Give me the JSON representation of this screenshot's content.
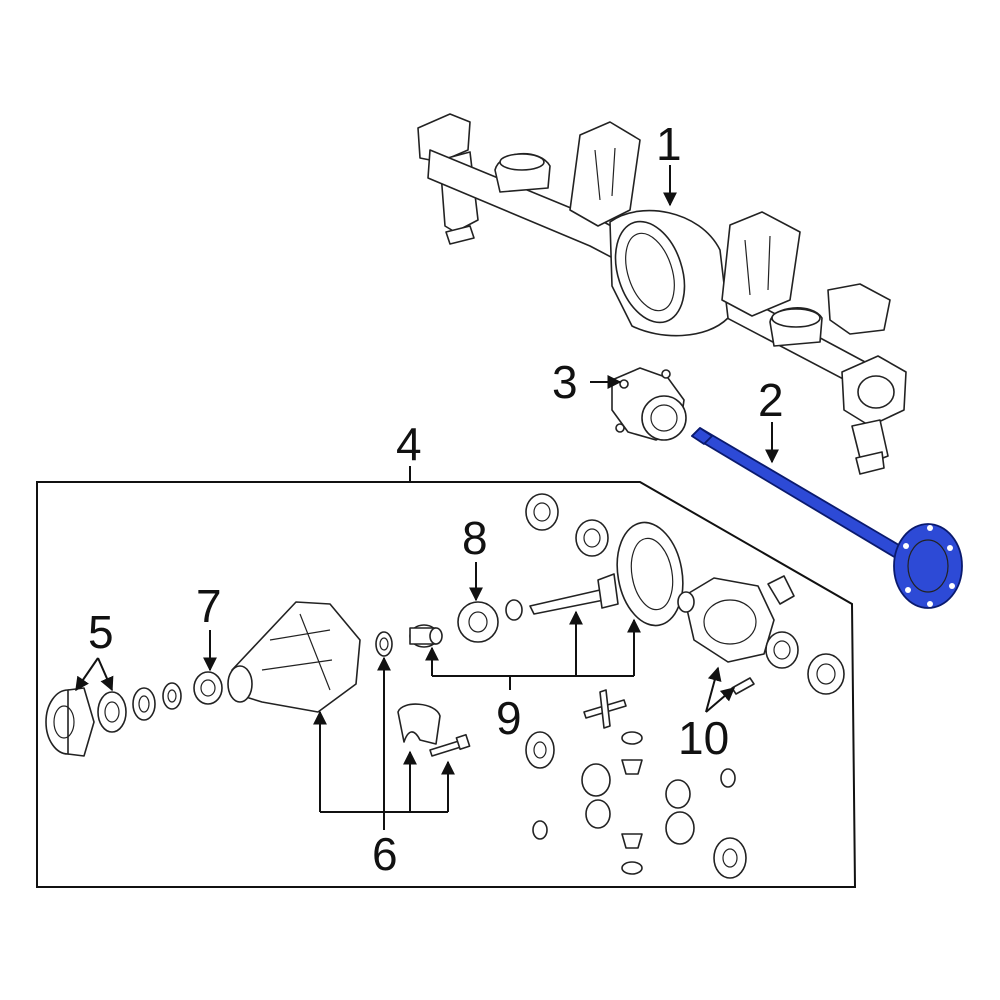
{
  "diagram": {
    "highlight_color": "#2d4ad6",
    "callouts": {
      "c1": "1",
      "c2": "2",
      "c3": "3",
      "c4": "4",
      "c5": "5",
      "c6": "6",
      "c7": "7",
      "c8": "8",
      "c9": "9",
      "c10": "10"
    }
  }
}
